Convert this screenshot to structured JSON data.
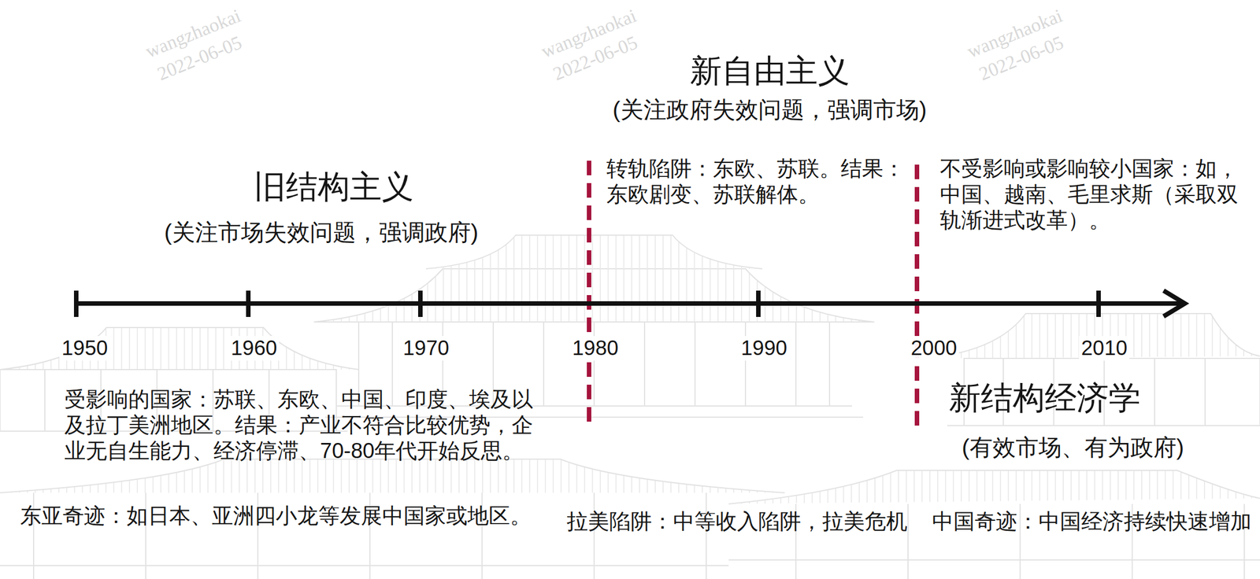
{
  "diagram": {
    "labels": [
      "wangzhaokai",
      "2022-06-05",
      "wangzhaokai",
      "2022-06-05",
      "wangzhaokai",
      "2022-06-05",
      "新自由主义",
      "(关注政府失效问题，强调市场)",
      "旧结构主义",
      "(关注市场失效问题，强调政府)",
      "转轨陷阱：东欧、苏联。结果：东欧剧变、苏联解体。",
      "不受影响或影响较小国家：如，中国、越南、毛里求斯（采取双轨渐进式改革）。",
      "1950",
      "1960",
      "1970",
      "1980",
      "1990",
      "2000",
      "2010",
      "受影响的国家：苏联、东欧、中国、印度、埃及以及拉丁美洲地区。结果：产业不符合比较优势，企业无自生能力、经济停滞、70-80年代开始反思。",
      "新结构经济学",
      "(有效市场、有为政府)",
      "东亚奇迹：如日本、亚洲四小龙等发展中国家或地区。",
      "拉美陷阱：中等收入陷阱，拉美危机",
      "中国奇迹：中国经济持续快速增加"
    ]
  }
}
